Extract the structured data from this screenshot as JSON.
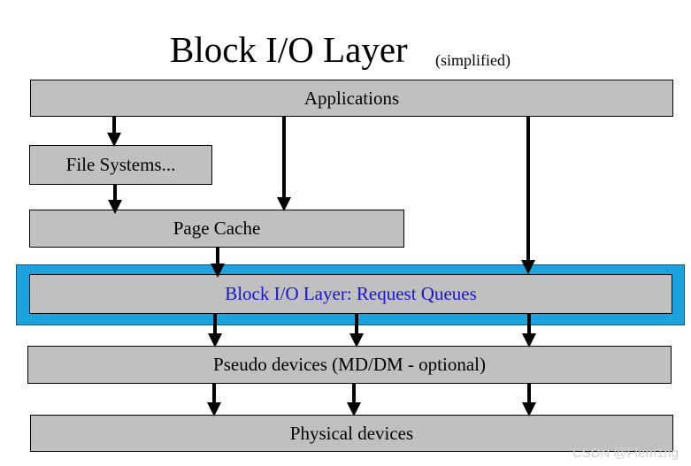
{
  "title": "Block I/O Layer",
  "subtitle": "(simplified)",
  "layers": {
    "applications": "Applications",
    "file_systems": "File Systems...",
    "page_cache": "Page Cache",
    "request_queues": "Block I/O Layer: Request Queues",
    "pseudo_devices": "Pseudo devices (MD/DM - optional)",
    "physical_devices": "Physical devices"
  },
  "colors": {
    "box_fill": "#c0c0c0",
    "highlight": "#1aa3dc",
    "queue_text": "#1a12d6"
  },
  "watermark": "CSDN @Flem1ng"
}
